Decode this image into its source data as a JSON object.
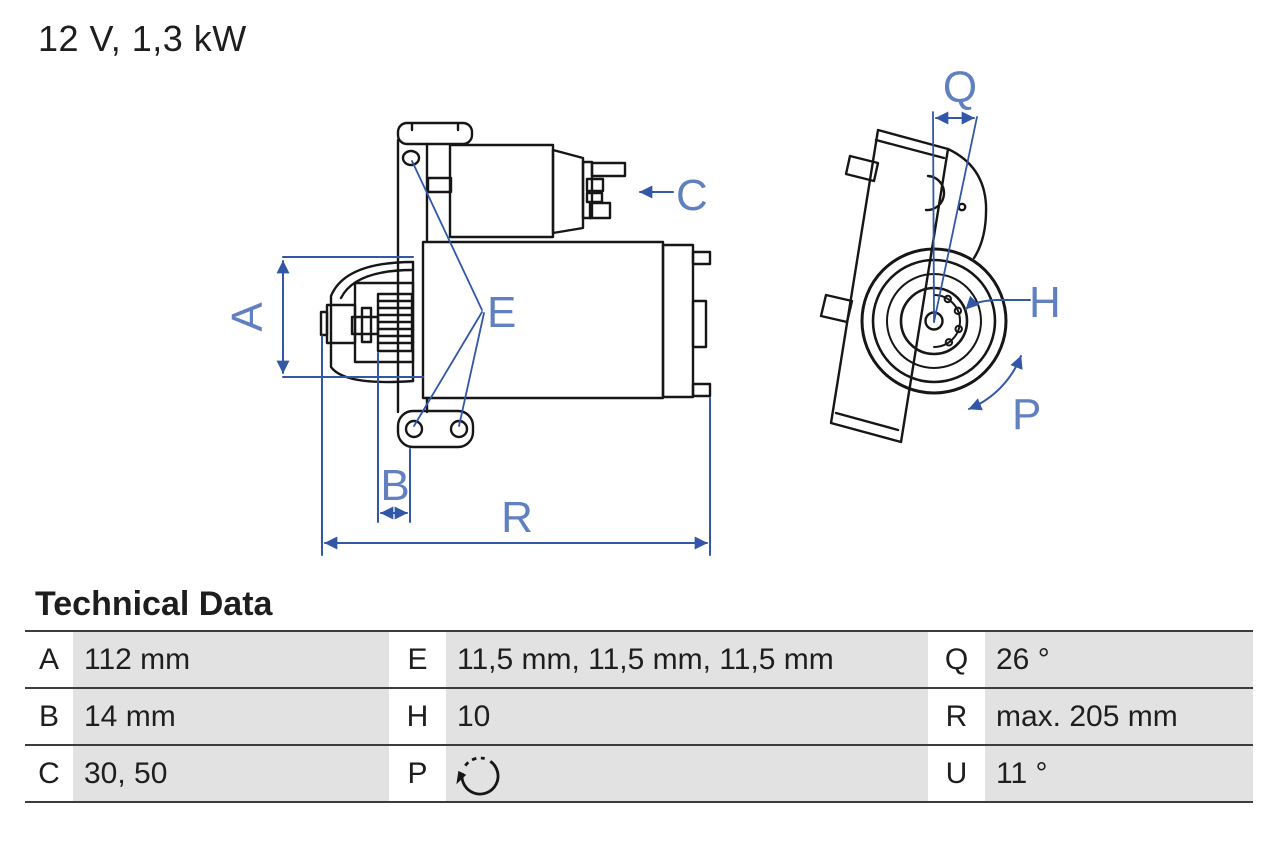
{
  "title": "12 V, 1,3 kW",
  "section_heading": "Technical Data",
  "diagram": {
    "side_view_labels": {
      "A": "A",
      "B": "B",
      "C": "C",
      "E": "E",
      "R": "R"
    },
    "end_view_labels": {
      "Q": "Q",
      "H": "H",
      "P": "P"
    },
    "colors": {
      "outline": "#161616",
      "dimension_line": "#3157a6",
      "dimension_label": "#6080c0"
    }
  },
  "table": {
    "row_band_color": "#e2e2e2",
    "rule_color": "#3c3c3c",
    "rows": [
      {
        "c1k": "A",
        "c1v": "112 mm",
        "c2k": "E",
        "c2v": "11,5 mm, 11,5 mm, 11,5 mm",
        "c3k": "Q",
        "c3v": "26 °"
      },
      {
        "c1k": "B",
        "c1v": "14 mm",
        "c2k": "H",
        "c2v": "10",
        "c3k": "R",
        "c3v": "max. 205 mm"
      },
      {
        "c1k": "C",
        "c1v": "30, 50",
        "c2k": "P",
        "c2v": "",
        "c3k": "U",
        "c3v": "11 °"
      }
    ],
    "p_icon": "rotation-direction"
  }
}
